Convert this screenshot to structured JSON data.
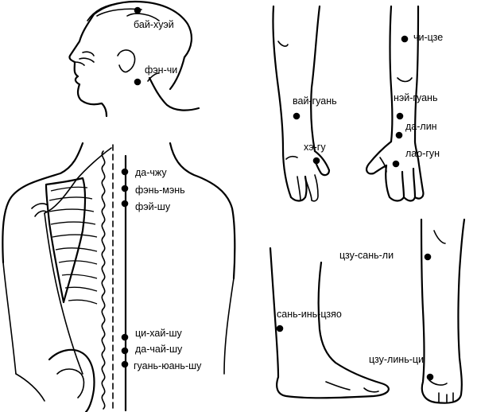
{
  "figures": {
    "head": {
      "points": [
        {
          "key": "bai_hui",
          "label": "бай-хуэй"
        },
        {
          "key": "feng_chi",
          "label": "фэн-чи"
        }
      ]
    },
    "back": {
      "points": [
        {
          "key": "da_zhu",
          "label": "да-чжу"
        },
        {
          "key": "feng_men",
          "label": "фэнь-мэнь"
        },
        {
          "key": "fei_shu",
          "label": "фэй-шу"
        },
        {
          "key": "qi_hai_shu",
          "label": "ци-хай-шу"
        },
        {
          "key": "da_chang_shu",
          "label": "да-чай-шу"
        },
        {
          "key": "guan_yuan_shu",
          "label": "гуань-юань-шу"
        }
      ]
    },
    "forearm_back": {
      "points": [
        {
          "key": "wai_guan",
          "label": "вай-гуань"
        },
        {
          "key": "he_gu",
          "label": "хэ-гу"
        }
      ]
    },
    "forearm_palm": {
      "points": [
        {
          "key": "qi_ze",
          "label": "чи-цзе"
        },
        {
          "key": "nei_guan",
          "label": "нэй-гуань"
        },
        {
          "key": "da_ling",
          "label": "да-лин"
        },
        {
          "key": "lao_gong",
          "label": "лао-гун"
        }
      ]
    },
    "legs": {
      "points": [
        {
          "key": "zu_san_li",
          "label": "цзу-сань-ли"
        },
        {
          "key": "san_yin_jiao",
          "label": "сань-инь-цзяо"
        },
        {
          "key": "zu_lin_qi",
          "label": "цзу-линь-ци"
        }
      ]
    }
  }
}
